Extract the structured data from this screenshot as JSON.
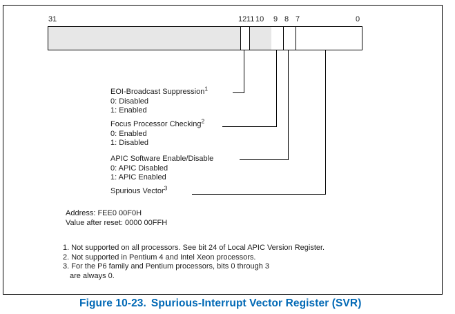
{
  "figure": {
    "bit_labels": [
      "31",
      "12",
      "11",
      "10",
      "9",
      "8",
      "7",
      "0"
    ],
    "fields": {
      "reserved_high": "bits 31-13 reserved (shaded)",
      "reserved_mid": "bits 11-10 reserved (shaded)"
    },
    "callouts": [
      {
        "title": "EOI-Broadcast Suppression",
        "sup": "1",
        "lines": [
          "0: Disabled",
          "1: Enabled"
        ]
      },
      {
        "title": "Focus Processor Checking",
        "sup": "2",
        "lines": [
          "0: Enabled",
          "1: Disabled"
        ]
      },
      {
        "title": "APIC Software Enable/Disable",
        "sup": "",
        "lines": [
          "0: APIC Disabled",
          "1: APIC Enabled"
        ]
      },
      {
        "title": "Spurious Vector",
        "sup": "3",
        "lines": []
      }
    ],
    "address_line": "Address: FEE0 00F0H",
    "reset_line": "Value after reset: 0000 00FFH",
    "footnotes": [
      "1. Not supported on all processors. See bit 24 of Local APIC Version Register.",
      "2. Not supported in Pentium 4 and Intel Xeon processors.",
      "3. For the P6 family and Pentium processors, bits 0 through 3",
      "are always 0."
    ]
  },
  "caption": {
    "label": "Figure 10-23.",
    "title": "Spurious-Interrupt Vector Register (SVR)"
  },
  "colors": {
    "shaded_gray": "#e7e7e7",
    "caption_blue": "#0068b5"
  }
}
